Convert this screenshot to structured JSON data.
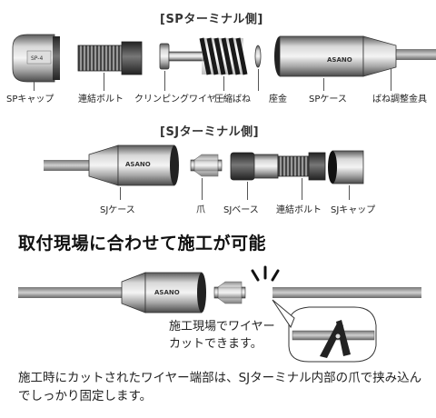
{
  "sp_section": {
    "title": "[SPターミナル側]",
    "labels": {
      "sp_cap": "SPキャップ",
      "connecting_bolt": "連結ボルト",
      "crimping_wire": "クリンピングワイヤー",
      "compression_spring": "圧縮ばね",
      "washer": "座金",
      "sp_case": "SPケース",
      "spring_adjuster": "ばね調整金具"
    },
    "cap_stamp": "SP-4",
    "case_brand": "ASANO"
  },
  "sj_section": {
    "title": "[SJターミナル側]",
    "labels": {
      "sj_case": "SJケース",
      "claw": "爪",
      "sj_base": "SJベース",
      "connecting_bolt": "連結ボルト",
      "sj_cap": "SJキャップ"
    },
    "case_brand": "ASANO"
  },
  "headline": "取付現場に合わせて施工が可能",
  "callout": {
    "line1": "施工現場でワイヤー",
    "line2": "カットできます。"
  },
  "install_case_brand": "ASANO",
  "footer": "施工時にカットされたワイヤー端部は、SJターミナル内部の爪で挟み込んでしっかり固定します。"
}
